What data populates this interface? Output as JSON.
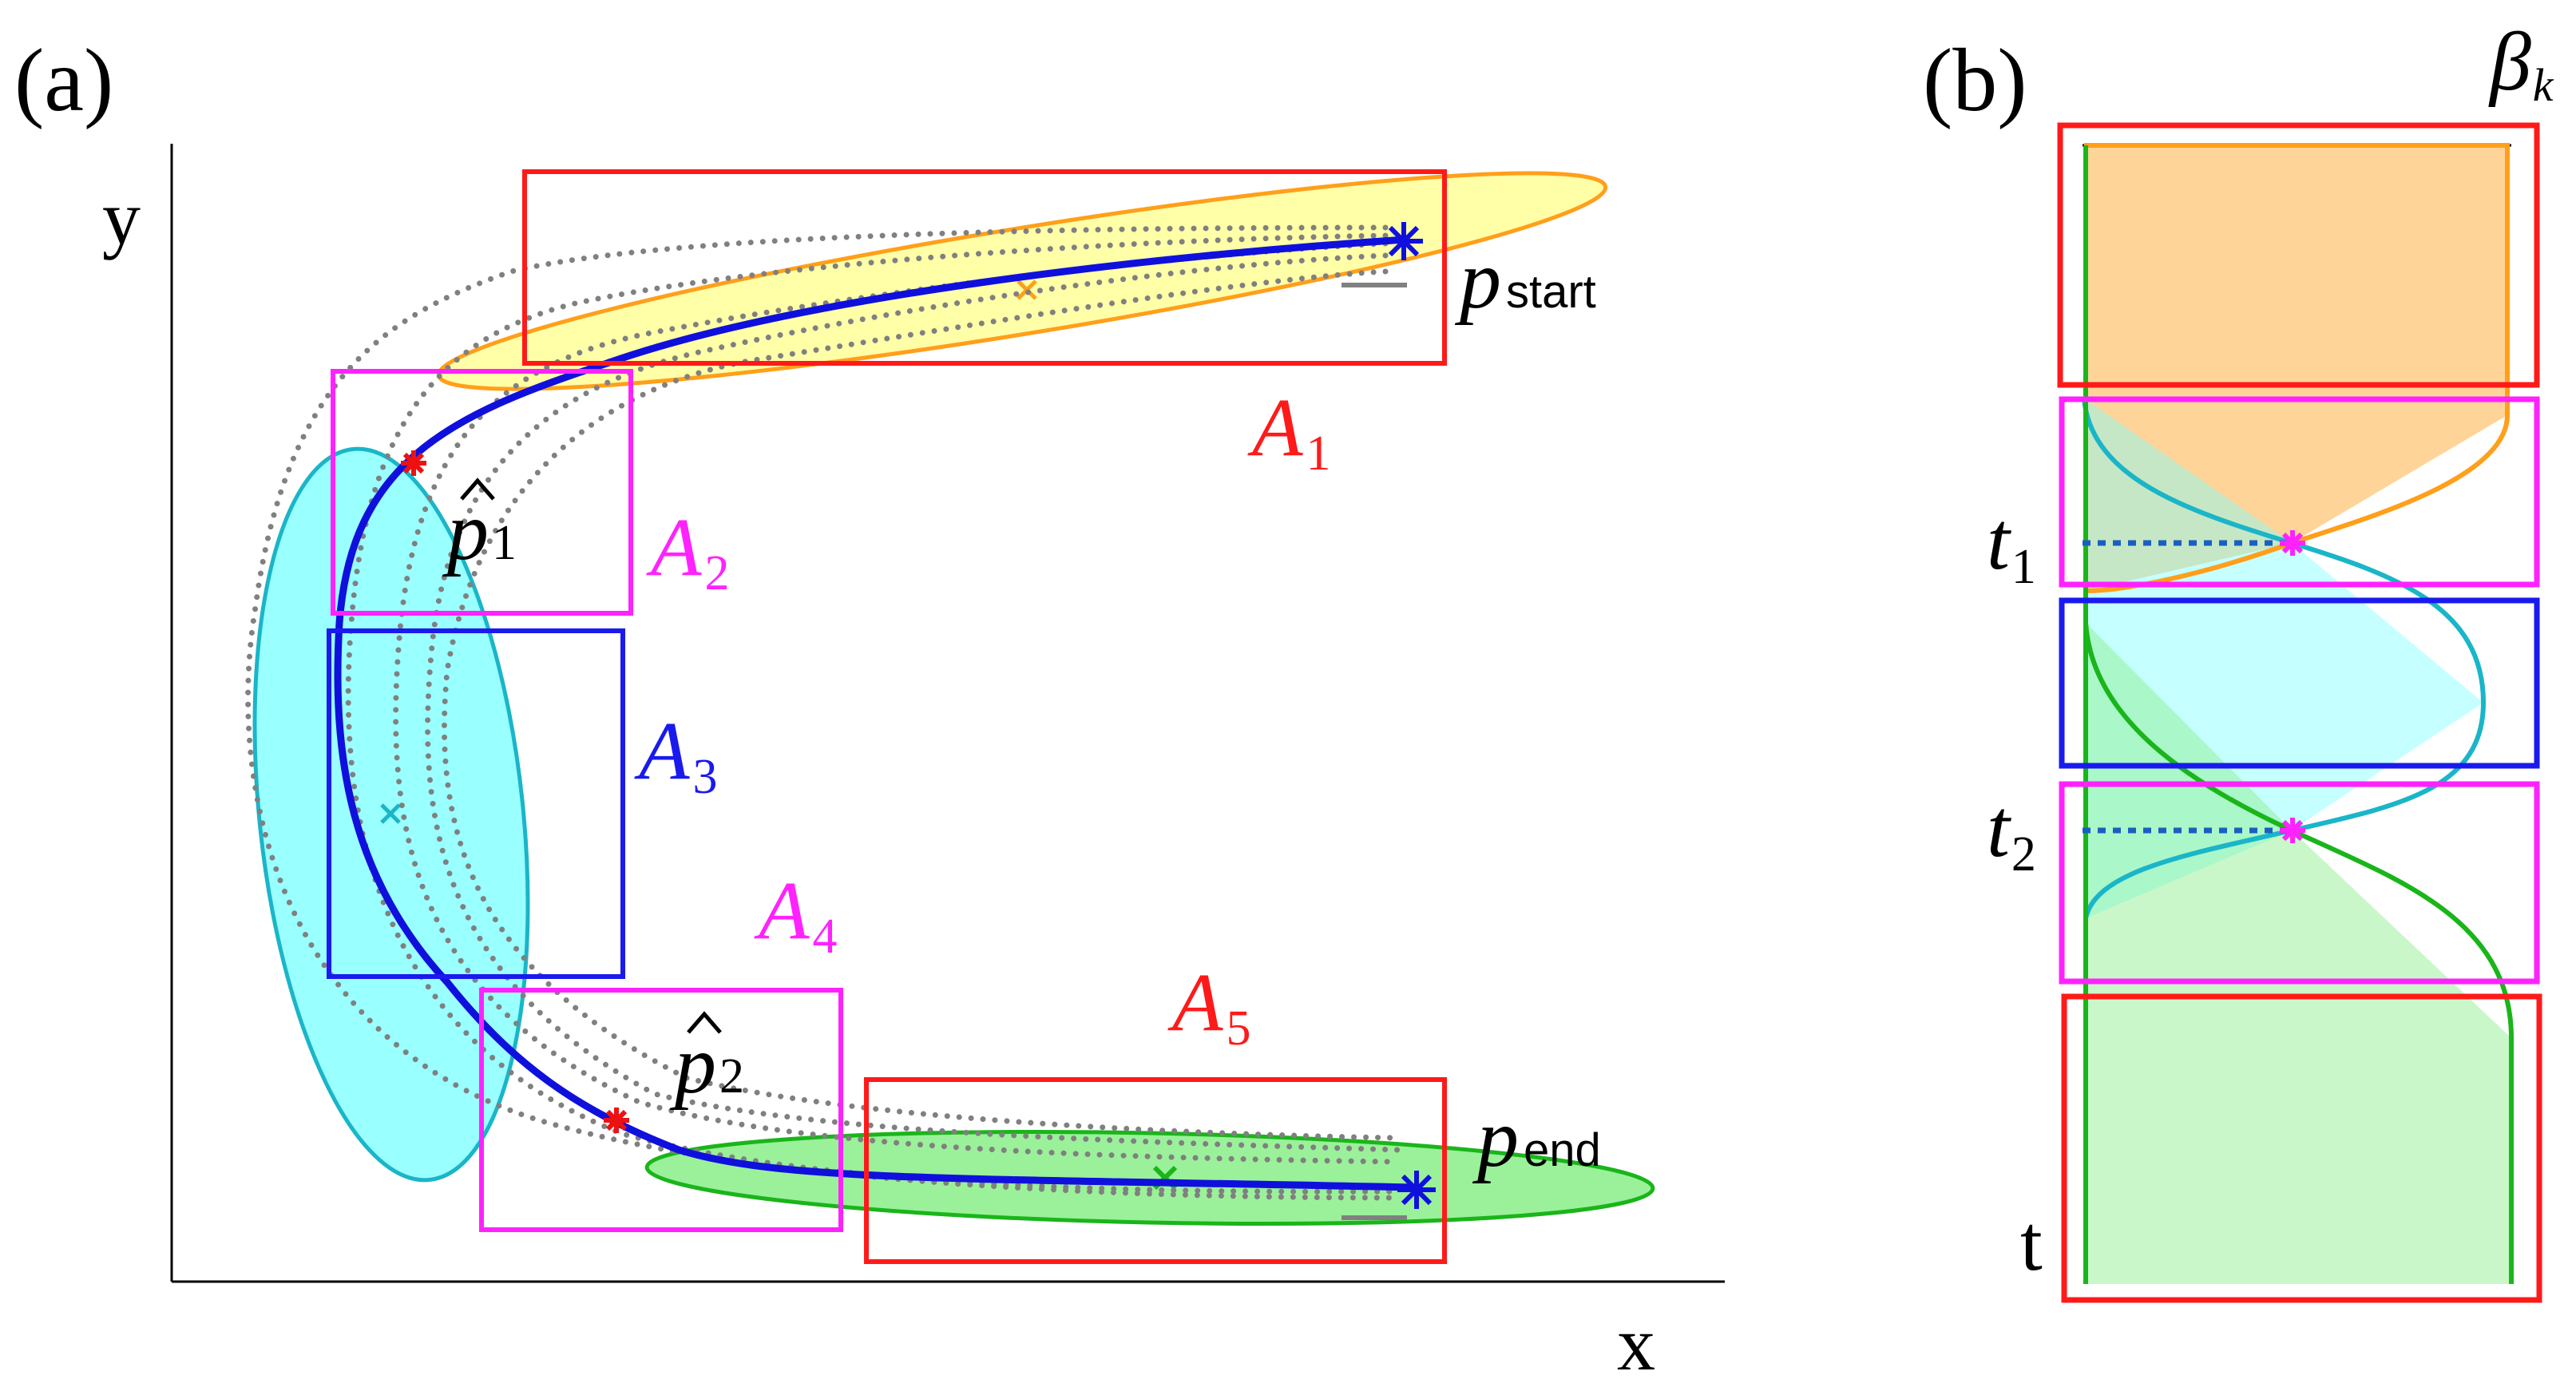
{
  "panel_a": {
    "label": "(a)",
    "axis_x": "x",
    "axis_y": "y",
    "point_start": {
      "base": "p",
      "sub": "start"
    },
    "point_end": {
      "base": "p",
      "sub": "end"
    },
    "point_hat1": {
      "base": "p",
      "sub": "1"
    },
    "point_hat2": {
      "base": "p",
      "sub": "2"
    },
    "regions": [
      {
        "base": "A",
        "sub": "1",
        "color": "#ff1a1a"
      },
      {
        "base": "A",
        "sub": "2",
        "color": "#ff22ff"
      },
      {
        "base": "A",
        "sub": "3",
        "color": "#1a1aee"
      },
      {
        "base": "A",
        "sub": "4",
        "color": "#ff22ff"
      },
      {
        "base": "A",
        "sub": "5",
        "color": "#ff1a1a"
      }
    ]
  },
  "panel_b": {
    "label": "(b)",
    "beta": {
      "base": "β",
      "sub": "k"
    },
    "t1": {
      "base": "t",
      "sub": "1"
    },
    "t2": {
      "base": "t",
      "sub": "2"
    },
    "t_axis": "t"
  },
  "colors": {
    "trajectory": "#1010dd",
    "demo_dots": "#808080",
    "ellipse_orange_fill": "#ffff99",
    "ellipse_orange_stroke": "#ff9f1a",
    "ellipse_cyan_fill": "#80ffff",
    "ellipse_cyan_stroke": "#1ab5c8",
    "ellipse_green_fill": "#88ee88",
    "ellipse_green_stroke": "#1ab51a",
    "star_red": "#ee1111",
    "star_magenta": "#ff22ff",
    "dotted_link": "#1a5fc0"
  }
}
